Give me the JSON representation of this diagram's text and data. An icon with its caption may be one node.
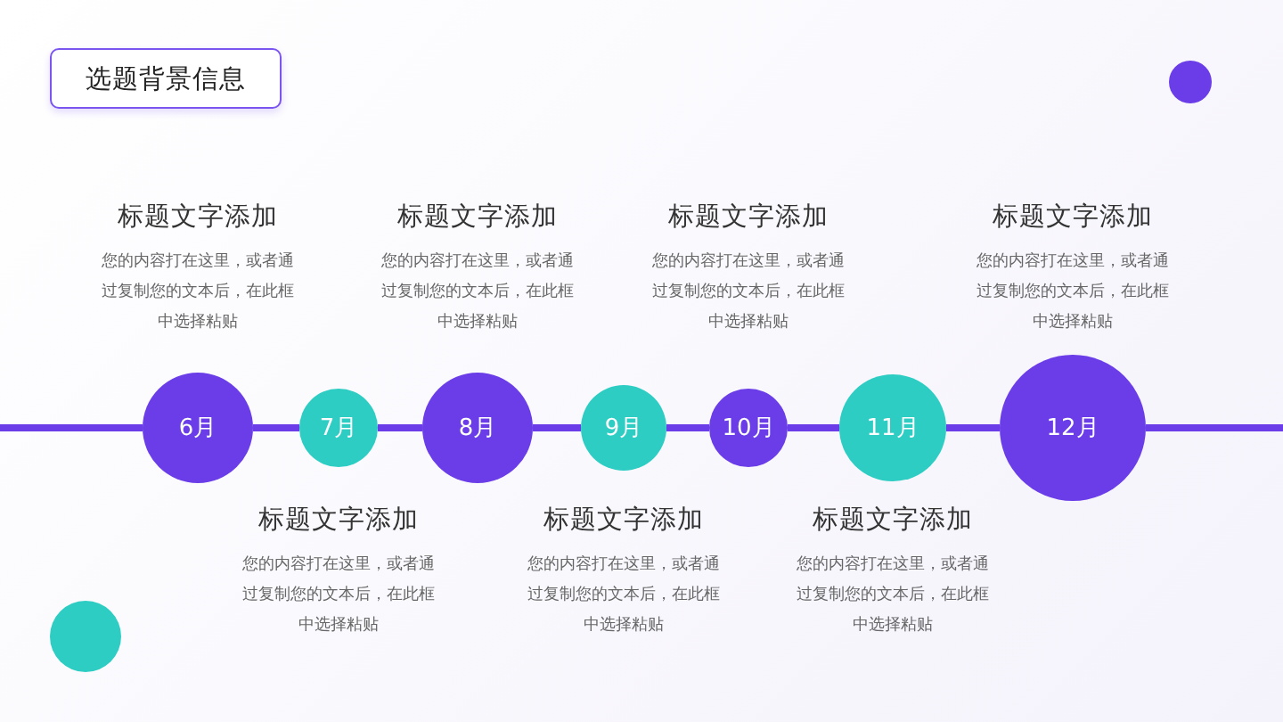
{
  "diagram": {
    "title": "选题背景信息",
    "nodes": [
      {
        "text": [
          "6月"
        ],
        "beside": [
          "标题文字添加",
          "您的内容打在这里，或者通过复制您的文本后，在此框中选择粘贴"
        ]
      },
      {
        "text": [
          "7月"
        ],
        "beside": [
          "标题文字添加",
          "您的内容打在这里，或者通过复制您的文本后，在此框中选择粘贴"
        ]
      },
      {
        "text": [
          "8月"
        ],
        "beside": [
          "标题文字添加",
          "您的内容打在这里，或者通过复制您的文本后，在此框中选择粘贴"
        ]
      },
      {
        "text": [
          "9月"
        ],
        "beside": [
          "标题文字添加",
          "您的内容打在这里，或者通过复制您的文本后，在此框中选择粘贴"
        ]
      },
      {
        "text": [
          "10月"
        ],
        "beside": [
          "标题文字添加",
          "您的内容打在这里，或者通过复制您的文本后，在此框中选择粘贴"
        ]
      },
      {
        "text": [
          "11月"
        ],
        "beside": [
          "标题文字添加",
          "您的内容打在这里，或者通过复制您的文本后，在此框中选择粘贴"
        ]
      },
      {
        "text": [
          "12月"
        ],
        "beside": [
          "标题文字添加",
          "您的内容打在这里，或者通过复制您的文本后，在此框中选择粘贴"
        ]
      }
    ],
    "edges": [
      {
        "from": null,
        "to": 0,
        "arrow": "none"
      },
      {
        "from": 0,
        "to": 1,
        "arrow": "none"
      },
      {
        "from": 1,
        "to": 2,
        "arrow": "none"
      },
      {
        "from": 2,
        "to": 3,
        "arrow": "none"
      },
      {
        "from": 3,
        "to": 4,
        "arrow": "none"
      },
      {
        "from": 4,
        "to": 5,
        "arrow": "none"
      },
      {
        "from": 5,
        "to": 6,
        "arrow": "none"
      },
      {
        "from": 6,
        "to": null,
        "arrow": "none"
      }
    ]
  }
}
